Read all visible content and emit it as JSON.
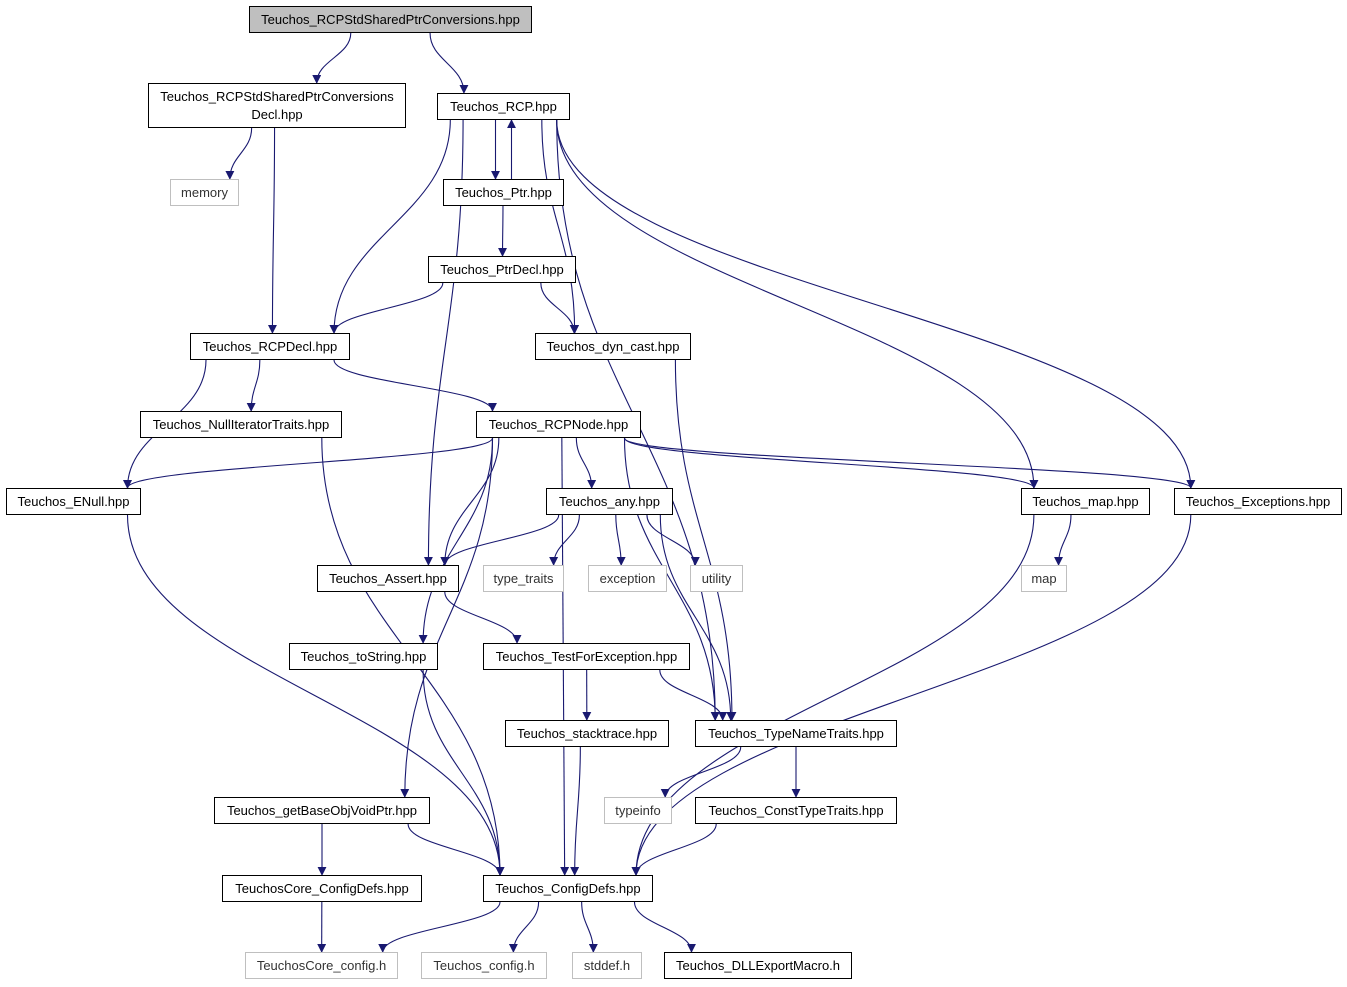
{
  "nodes": [
    {
      "id": "root",
      "label": "Teuchos_RCPStdSharedPtrConversions.hpp",
      "kind": "root"
    },
    {
      "id": "decl",
      "label": "Teuchos_RCPStdSharedPtrConversions\nDecl.hpp",
      "kind": "file"
    },
    {
      "id": "rcp",
      "label": "Teuchos_RCP.hpp",
      "kind": "file"
    },
    {
      "id": "memory",
      "label": "memory",
      "kind": "external"
    },
    {
      "id": "ptr",
      "label": "Teuchos_Ptr.hpp",
      "kind": "file"
    },
    {
      "id": "ptrdecl",
      "label": "Teuchos_PtrDecl.hpp",
      "kind": "file"
    },
    {
      "id": "rcpdecl",
      "label": "Teuchos_RCPDecl.hpp",
      "kind": "file"
    },
    {
      "id": "dyncast",
      "label": "Teuchos_dyn_cast.hpp",
      "kind": "file"
    },
    {
      "id": "nulliter",
      "label": "Teuchos_NullIteratorTraits.hpp",
      "kind": "file"
    },
    {
      "id": "rcpnode",
      "label": "Teuchos_RCPNode.hpp",
      "kind": "file"
    },
    {
      "id": "enull",
      "label": "Teuchos_ENull.hpp",
      "kind": "file"
    },
    {
      "id": "any",
      "label": "Teuchos_any.hpp",
      "kind": "file"
    },
    {
      "id": "map",
      "label": "Teuchos_map.hpp",
      "kind": "file"
    },
    {
      "id": "exceptions",
      "label": "Teuchos_Exceptions.hpp",
      "kind": "file"
    },
    {
      "id": "assert",
      "label": "Teuchos_Assert.hpp",
      "kind": "file"
    },
    {
      "id": "typetraits",
      "label": "type_traits",
      "kind": "external"
    },
    {
      "id": "exception",
      "label": "exception",
      "kind": "external"
    },
    {
      "id": "utility",
      "label": "utility",
      "kind": "external"
    },
    {
      "id": "stdmap",
      "label": "map",
      "kind": "external"
    },
    {
      "id": "tostring",
      "label": "Teuchos_toString.hpp",
      "kind": "file"
    },
    {
      "id": "testfor",
      "label": "Teuchos_TestForException.hpp",
      "kind": "file"
    },
    {
      "id": "stacktrace",
      "label": "Teuchos_stacktrace.hpp",
      "kind": "file"
    },
    {
      "id": "typename",
      "label": "Teuchos_TypeNameTraits.hpp",
      "kind": "file"
    },
    {
      "id": "getbase",
      "label": "Teuchos_getBaseObjVoidPtr.hpp",
      "kind": "file"
    },
    {
      "id": "typeinfo",
      "label": "typeinfo",
      "kind": "external"
    },
    {
      "id": "consttype",
      "label": "Teuchos_ConstTypeTraits.hpp",
      "kind": "file"
    },
    {
      "id": "coreconfigdefs",
      "label": "TeuchosCore_ConfigDefs.hpp",
      "kind": "file"
    },
    {
      "id": "configdefs",
      "label": "Teuchos_ConfigDefs.hpp",
      "kind": "file"
    },
    {
      "id": "coreconfig",
      "label": "TeuchosCore_config.h",
      "kind": "external"
    },
    {
      "id": "config",
      "label": "Teuchos_config.h",
      "kind": "external"
    },
    {
      "id": "stddef",
      "label": "stddef.h",
      "kind": "external"
    },
    {
      "id": "dllexport",
      "label": "Teuchos_DLLExportMacro.h",
      "kind": "file"
    }
  ],
  "edges": [
    [
      "root",
      "decl"
    ],
    [
      "root",
      "rcp"
    ],
    [
      "decl",
      "memory"
    ],
    [
      "decl",
      "rcpdecl"
    ],
    [
      "rcp",
      "ptr"
    ],
    [
      "ptr",
      "rcp"
    ],
    [
      "rcp",
      "rcpdecl"
    ],
    [
      "rcp",
      "dyncast"
    ],
    [
      "rcp",
      "assert"
    ],
    [
      "rcp",
      "typename"
    ],
    [
      "rcp",
      "map"
    ],
    [
      "rcp",
      "exceptions"
    ],
    [
      "ptr",
      "ptrdecl"
    ],
    [
      "ptrdecl",
      "rcpdecl"
    ],
    [
      "ptrdecl",
      "dyncast"
    ],
    [
      "rcpdecl",
      "enull"
    ],
    [
      "rcpdecl",
      "nulliter"
    ],
    [
      "rcpdecl",
      "rcpnode"
    ],
    [
      "dyncast",
      "typename"
    ],
    [
      "nulliter",
      "configdefs"
    ],
    [
      "rcpnode",
      "enull"
    ],
    [
      "rcpnode",
      "any"
    ],
    [
      "rcpnode",
      "assert"
    ],
    [
      "rcpnode",
      "getbase"
    ],
    [
      "rcpnode",
      "tostring"
    ],
    [
      "rcpnode",
      "typename"
    ],
    [
      "rcpnode",
      "configdefs"
    ],
    [
      "rcpnode",
      "map"
    ],
    [
      "rcpnode",
      "exceptions"
    ],
    [
      "enull",
      "configdefs"
    ],
    [
      "any",
      "assert"
    ],
    [
      "any",
      "typetraits"
    ],
    [
      "any",
      "exception"
    ],
    [
      "any",
      "utility"
    ],
    [
      "any",
      "typename"
    ],
    [
      "map",
      "stdmap"
    ],
    [
      "map",
      "configdefs"
    ],
    [
      "exceptions",
      "configdefs"
    ],
    [
      "assert",
      "testfor"
    ],
    [
      "tostring",
      "configdefs"
    ],
    [
      "testfor",
      "stacktrace"
    ],
    [
      "testfor",
      "typename"
    ],
    [
      "stacktrace",
      "configdefs"
    ],
    [
      "typename",
      "typeinfo"
    ],
    [
      "typename",
      "consttype"
    ],
    [
      "getbase",
      "coreconfigdefs"
    ],
    [
      "getbase",
      "configdefs"
    ],
    [
      "consttype",
      "configdefs"
    ],
    [
      "coreconfigdefs",
      "coreconfig"
    ],
    [
      "configdefs",
      "coreconfig"
    ],
    [
      "configdefs",
      "config"
    ],
    [
      "configdefs",
      "stddef"
    ],
    [
      "configdefs",
      "dllexport"
    ]
  ]
}
